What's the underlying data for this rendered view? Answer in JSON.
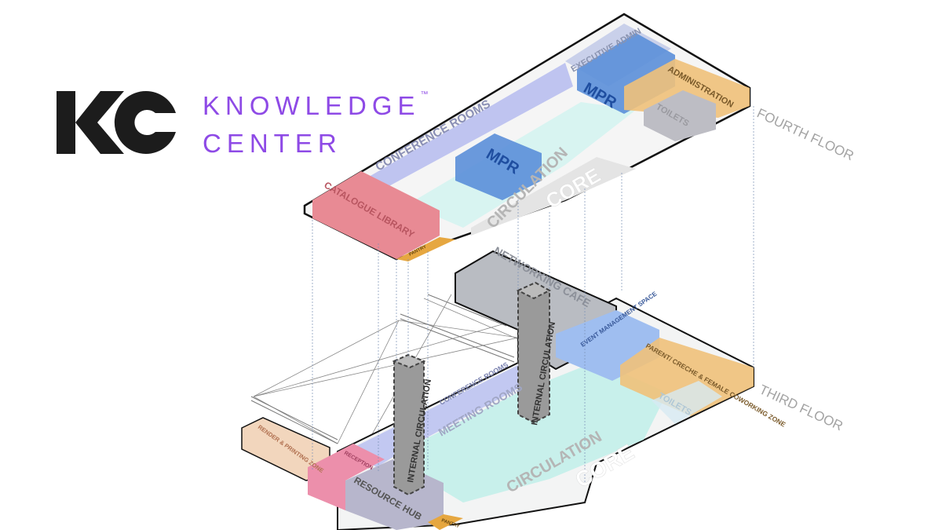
{
  "logo": {
    "mark": "KC",
    "line1": "KNOWLEDGE",
    "trademark": "™",
    "line2": "CENTER",
    "color": "#8e4ae6"
  },
  "floors": {
    "fourth": {
      "title": "FOURTH FLOOR",
      "zones": {
        "executive_admin": "EXECUTIVE ADMIN",
        "mpr_top": "MPR",
        "administration": "ADMINISTRATION",
        "toilets": "TOILETS",
        "conference_rooms": "CONFERENCE ROOMS",
        "mpr_mid": "MPR",
        "catalogue_library": "CATALOGUE LIBRARY",
        "pantry": "PANTRY",
        "circulation": "CIRCULATION",
        "core": "CORE"
      }
    },
    "third": {
      "title": "THIRD FLOOR",
      "zones": {
        "networking_cafe": "NETWORKING CAFE",
        "event_management": "EVENT MANAGEMENT SPACE",
        "parent_creche": "PARENT/ CRECHE & FEMALE COWORKING ZONE",
        "toilets": "TOILETS",
        "conference_rooms": "CONFERENCE ROOMS",
        "meeting_rooms": "MEETING ROOMS",
        "internal_circulation": "INTERNAL CIRCULATION",
        "render_printing": "RENDER & PRINTING ZONE",
        "reception": "RECEPTION",
        "resource_hub": "RESOURCE HUB",
        "pantry": "PANTRY",
        "circulation": "CIRCULATION",
        "core": "CORE"
      }
    }
  },
  "colors": {
    "library": "#e88a94",
    "conference": "#b9bff0",
    "mpr": "#5b8fd9",
    "admin": "#f0c17a",
    "toilets": "#bdbdc4",
    "study": "#bfeee9",
    "cafe": "#b9bcc2",
    "event": "#9fbef0",
    "render": "#f2d6bd",
    "reception": "#ec8fab",
    "resource": "#b7b6cc",
    "floor_label": "#a3a3a3"
  }
}
